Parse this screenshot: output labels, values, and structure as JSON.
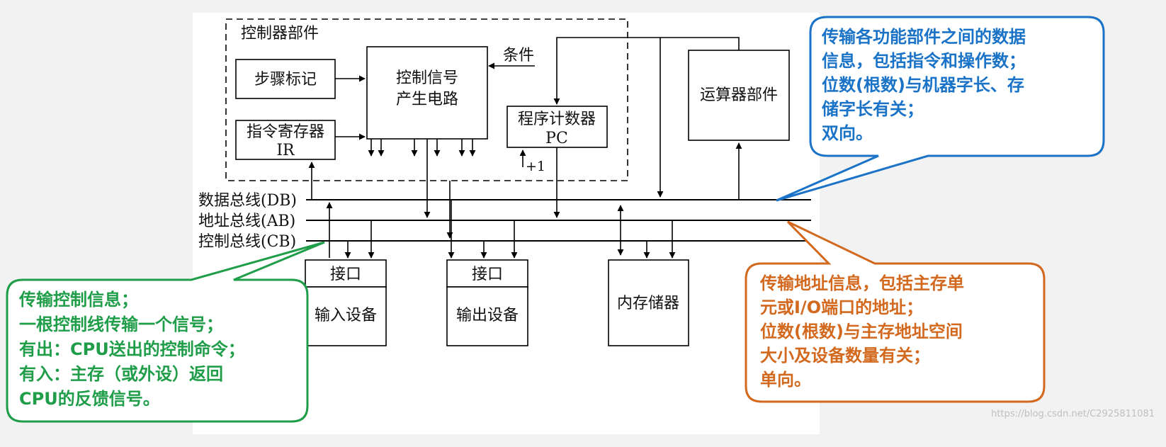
{
  "components": {
    "controller_unit": "控制器部件",
    "step_marker": "步骤标记",
    "control_signal_line1": "控制信号",
    "control_signal_line2": "产生电路",
    "condition": "条件",
    "instruction_register_line1": "指令寄存器",
    "instruction_register_line2": "IR",
    "program_counter_line1": "程序计数器",
    "program_counter_line2": "PC",
    "plus_one": "+1",
    "alu": "运算器部件",
    "interface": "接口",
    "input_device": "输入设备",
    "output_device": "输出设备",
    "memory": "内存储器"
  },
  "buses": {
    "data_bus": "数据总线(DB)",
    "address_bus": "地址总线(AB)",
    "control_bus": "控制总线(CB)"
  },
  "callouts": {
    "data_bus_note": {
      "color": "#1a73c7",
      "lines": [
        "传输各功能部件之间的数据",
        "信息，包括指令和操作数；",
        "位数(根数)与机器字长、存",
        "储字长有关；",
        "双向。"
      ]
    },
    "control_bus_note": {
      "color": "#1f9d49",
      "lines": [
        "传输控制信息；",
        "一根控制线传输一个信号；",
        "有出：CPU送出的控制命令；",
        "有入：主存（或外设）返回",
        "CPU的反馈信号。"
      ]
    },
    "address_bus_note": {
      "color": "#d2691e",
      "lines": [
        "传输地址信息，包括主存单",
        "元或I/O端口的地址；",
        "位数(根数)与主存地址空间",
        "大小及设备数量有关；",
        "单向。"
      ]
    }
  },
  "watermark": "https://blog.csdn.net/C2925811081"
}
